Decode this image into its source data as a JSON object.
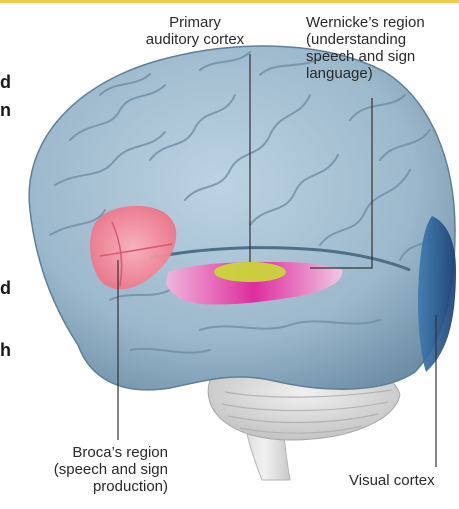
{
  "labels": {
    "primary_auditory": [
      "Primary",
      "auditory cortex"
    ],
    "wernicke": [
      "Wernicke’s region",
      "(understanding",
      "speech and sign",
      "language)"
    ],
    "broca": [
      "Broca’s region",
      "(speech and sign",
      "production)"
    ],
    "visual": "Visual cortex"
  },
  "cropped_text": {
    "line_1": "d",
    "line_2": "n",
    "line_3": "d",
    "line_4": "h"
  },
  "colors": {
    "brain_fill": "#9cb8cc",
    "broca_region": "#f07c8e",
    "wernicke_region": "#e0259a",
    "auditory_cortex": "#c9d63a",
    "visual_cortex": "#1f4f86",
    "accent_rule": "#f2c94c"
  }
}
